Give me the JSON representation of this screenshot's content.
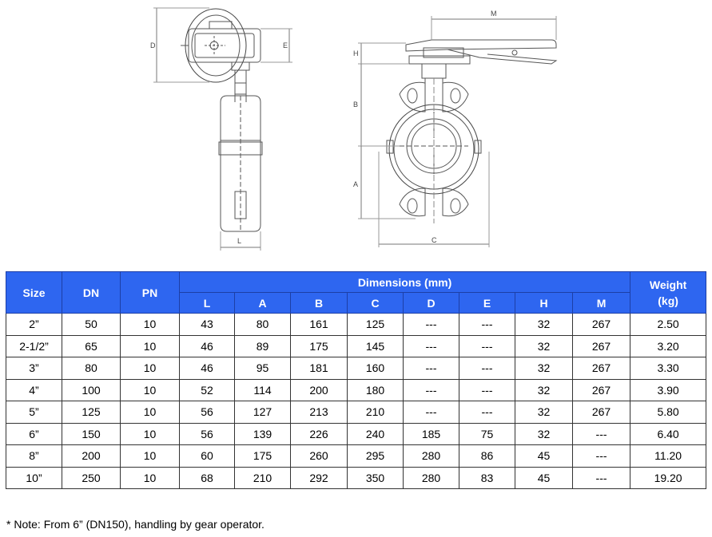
{
  "drawing": {
    "labels": {
      "D": "D",
      "E": "E",
      "L": "L",
      "H": "H",
      "M": "M",
      "B": "B",
      "A": "A",
      "C": "C"
    }
  },
  "table": {
    "headers": {
      "size": "Size",
      "dn": "DN",
      "pn": "PN",
      "dimensions": "Dimensions (mm)",
      "weight_line1": "Weight",
      "weight_line2": "(kg)",
      "dims": [
        "L",
        "A",
        "B",
        "C",
        "D",
        "E",
        "H",
        "M"
      ]
    },
    "rows": [
      [
        "2”",
        "50",
        "10",
        "43",
        "80",
        "161",
        "125",
        "---",
        "---",
        "32",
        "267",
        "2.50"
      ],
      [
        "2-1/2”",
        "65",
        "10",
        "46",
        "89",
        "175",
        "145",
        "---",
        "---",
        "32",
        "267",
        "3.20"
      ],
      [
        "3”",
        "80",
        "10",
        "46",
        "95",
        "181",
        "160",
        "---",
        "---",
        "32",
        "267",
        "3.30"
      ],
      [
        "4”",
        "100",
        "10",
        "52",
        "114",
        "200",
        "180",
        "---",
        "---",
        "32",
        "267",
        "3.90"
      ],
      [
        "5”",
        "125",
        "10",
        "56",
        "127",
        "213",
        "210",
        "---",
        "---",
        "32",
        "267",
        "5.80"
      ],
      [
        "6”",
        "150",
        "10",
        "56",
        "139",
        "226",
        "240",
        "185",
        "75",
        "32",
        "---",
        "6.40"
      ],
      [
        "8”",
        "200",
        "10",
        "60",
        "175",
        "260",
        "295",
        "280",
        "86",
        "45",
        "---",
        "11.20"
      ],
      [
        "10”",
        "250",
        "10",
        "68",
        "210",
        "292",
        "350",
        "280",
        "83",
        "45",
        "---",
        "19.20"
      ]
    ]
  },
  "note": "* Note: From 6” (DN150), handling by gear operator."
}
